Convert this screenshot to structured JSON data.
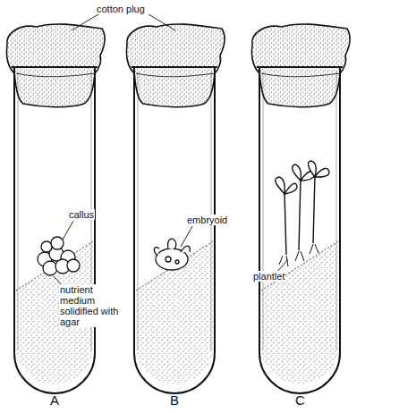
{
  "diagram": {
    "labels": [
      "cotton plug",
      "callus",
      "nutrient medium solidified with agar",
      "embryoid",
      "plantlet",
      "A",
      "B",
      "C"
    ]
  }
}
